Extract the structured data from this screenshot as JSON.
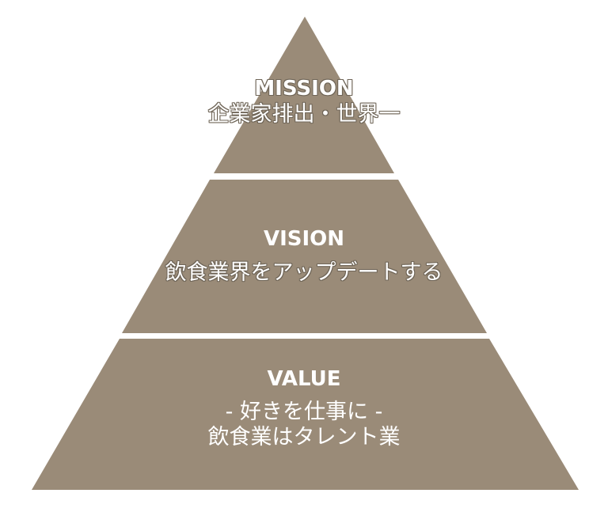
{
  "fill_color": "#9a8b78",
  "background_color": "#ffffff",
  "tiers": [
    {
      "heading": "MISSION",
      "lines": [
        "企業家排出・世界一"
      ]
    },
    {
      "heading": "VISION",
      "lines": [
        "飲食業界をアップデートする"
      ]
    },
    {
      "heading": "VALUE",
      "lines": [
        "- 好きを仕事に -",
        "飲食業はタレント業"
      ]
    }
  ]
}
